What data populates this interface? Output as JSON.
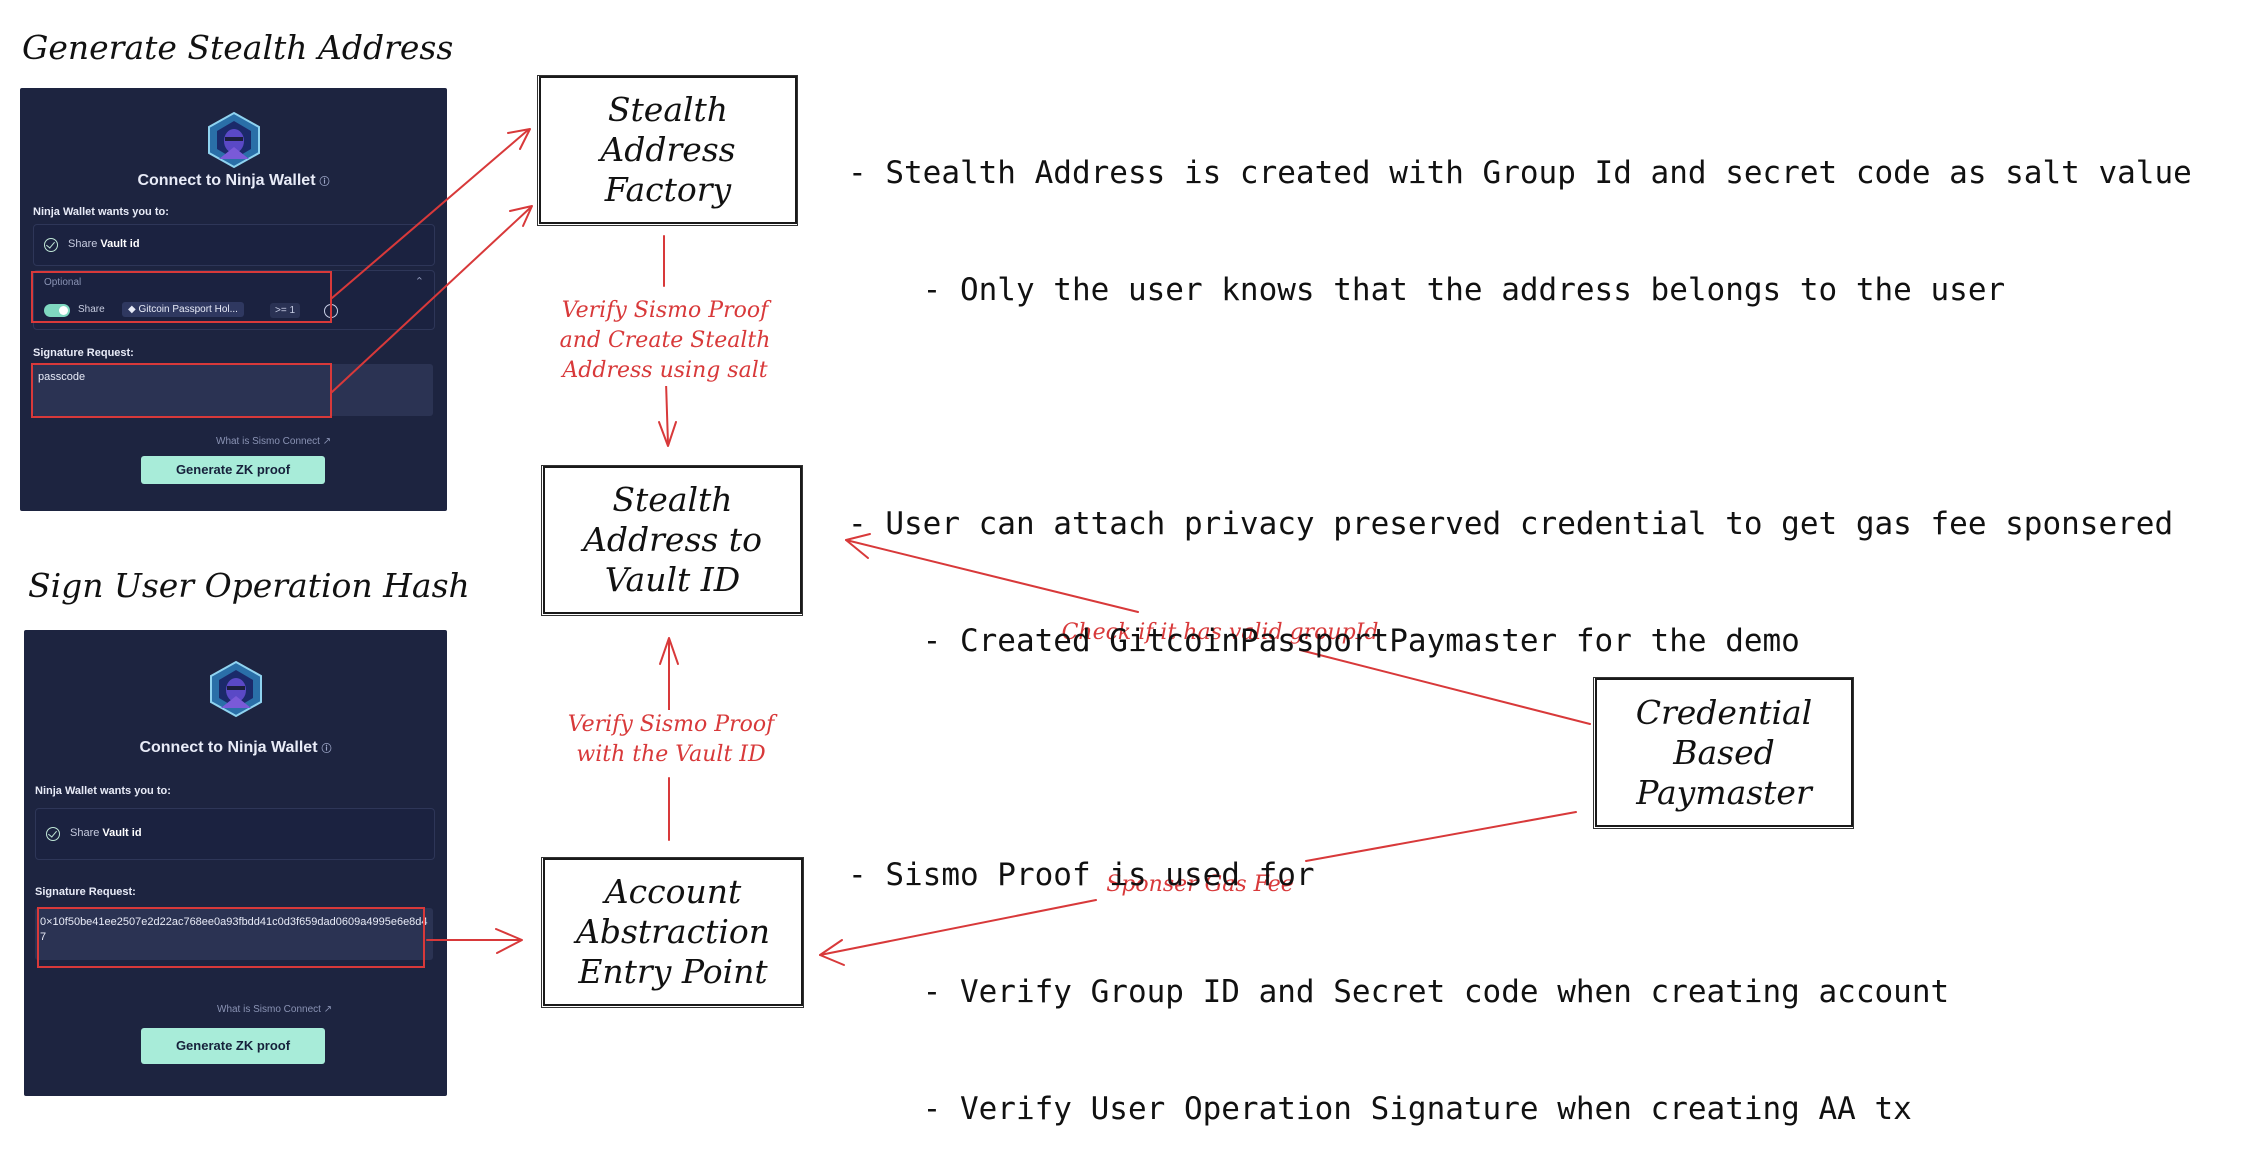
{
  "sections": {
    "top_title": "Generate Stealth Address",
    "bottom_title": "Sign User Operation Hash"
  },
  "panel_top": {
    "connect_title": "Connect to Ninja Wallet",
    "wants": "Ninja Wallet wants you to:",
    "share_prefix": "Share",
    "share_item": "Vault id",
    "optional": "Optional",
    "share_label": "Share",
    "credential": "Gitcoin Passport Hol...",
    "threshold": ">= 1",
    "sig_label": "Signature Request:",
    "sig_value": "passcode",
    "what_link": "What is Sismo Connect ↗",
    "button": "Generate ZK proof"
  },
  "panel_bottom": {
    "connect_title": "Connect to Ninja Wallet",
    "wants": "Ninja Wallet wants you to:",
    "share_prefix": "Share",
    "share_item": "Vault id",
    "sig_label": "Signature Request:",
    "sig_value": "0×10f50be41ee2507e2d22ac768ee0a93fbdd41c0d3f659dad0609a4995e6e8d47",
    "what_link": "What is Sismo Connect ↗",
    "button": "Generate ZK proof"
  },
  "boxes": {
    "factory": "Stealth\nAddress\nFactory",
    "vault": "Stealth\nAddress to\nVault ID",
    "entry": "Account\nAbstraction\nEntry Point",
    "paymaster": "Credential\nBased\nPaymaster"
  },
  "edge_labels": {
    "verify_create": "Verify Sismo Proof\nand Create Stealth\nAddress using salt",
    "verify_vault": "Verify Sismo Proof\nwith the Vault ID",
    "check_group": "Check if it has valid groupId",
    "sponsor": "Sponser Gas Fee"
  },
  "notes": [
    "- Stealth Address is created with Group Id and secret code as salt value",
    "    - Only the user knows that the address belongs to the user",
    "",
    "- User can attach privacy preserved credential to get gas fee sponsered",
    "    - Created GitcoinPassportPaymaster for the demo",
    "",
    "- Sismo Proof is used for",
    "    - Verify Group ID and Secret code when creating account",
    "    - Verify User Operation Signature when creating AA tx"
  ],
  "colors": {
    "annotation_red": "#d8393a",
    "panel_bg": "#1d2440",
    "button_bg": "#a8ecd9"
  }
}
